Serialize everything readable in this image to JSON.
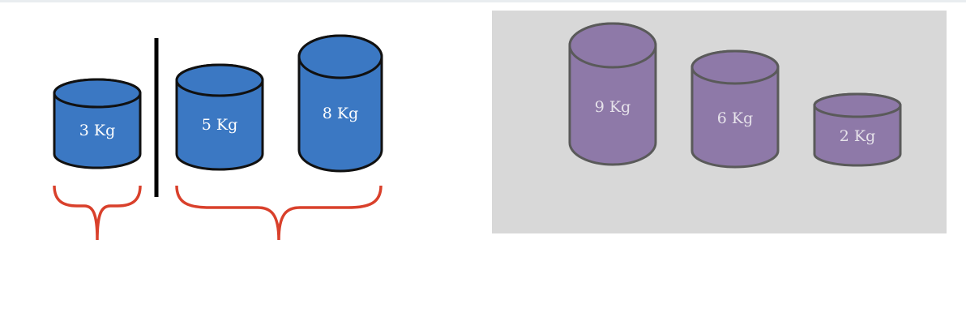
{
  "sorted_group": {
    "color": "#3b78c3",
    "outline": "#111111",
    "text_color": "#ffffff",
    "brace_color": "#d9402b",
    "weights": [
      {
        "label": "3 Kg",
        "value": 3
      },
      {
        "label": "5 Kg",
        "value": 5
      },
      {
        "label": "8 Kg",
        "value": 8
      }
    ]
  },
  "unsorted_group": {
    "panel_color": "#d8d8d8",
    "color": "#8e79a8",
    "outline": "#5a5a5a",
    "text_color": "#e6e2ea",
    "weights": [
      {
        "label": "9 Kg",
        "value": 9
      },
      {
        "label": "6 Kg",
        "value": 6
      },
      {
        "label": "2 Kg",
        "value": 2
      }
    ]
  }
}
